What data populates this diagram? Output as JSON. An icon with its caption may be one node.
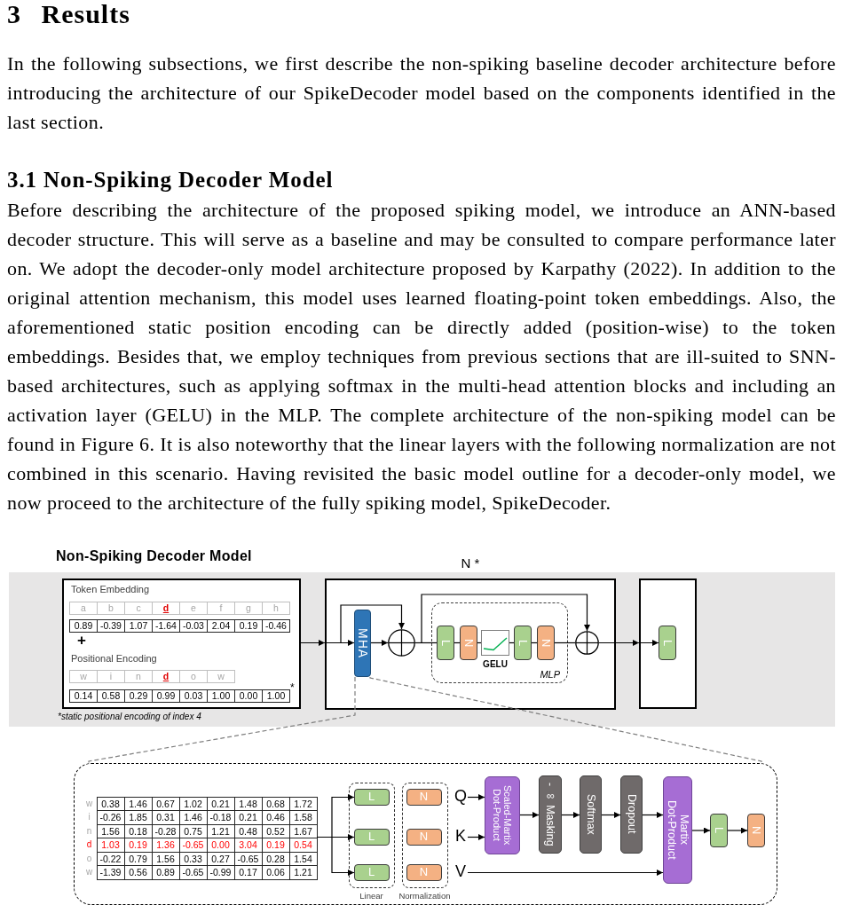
{
  "diagram": {
    "title": "Non-Spiking Decoder Model",
    "nodes": [
      {
        "text": [
          "Token Embedding",
          "a",
          "b",
          "c",
          "d",
          "e",
          "f",
          "g",
          "h",
          "0.89",
          "-0.39",
          "1.07",
          "-1.64",
          "-0.03",
          "2.04",
          "0.19",
          "-0.46",
          "+",
          "Positional Encoding",
          "w",
          "i",
          "n",
          "d",
          "o",
          "w",
          "0.14",
          "0.58",
          "0.29",
          "0.99",
          "0.03",
          "1.00",
          "0.00",
          "1.00",
          "*"
        ]
      },
      {
        "text": [
          "N *"
        ]
      },
      {
        "text": [
          "MHA"
        ],
        "in": 1
      },
      {
        "text": [],
        "shape": "circle",
        "in": 1
      },
      {
        "text": [
          "MLP"
        ],
        "in": 1
      },
      {
        "text": [
          "L"
        ],
        "in": 4
      },
      {
        "text": [
          "N"
        ],
        "in": 4
      },
      {
        "text": [
          "GELU"
        ],
        "in": 4
      },
      {
        "text": [
          "L"
        ],
        "in": 4
      },
      {
        "text": [
          "N"
        ],
        "in": 4
      },
      {
        "text": [],
        "shape": "circle",
        "in": 1
      },
      {
        "text": [],
        "shape": "box"
      },
      {
        "text": [
          "L"
        ],
        "in": 11
      },
      {
        "text": [],
        "shape": "box"
      },
      {
        "text": [
          "w",
          "0.38",
          "1.46",
          "0.67",
          "1.02",
          "0.21",
          "1.48",
          "0.68",
          "1.72",
          "i",
          "-0.26",
          "1.85",
          "0.31",
          "1.46",
          "-0.18",
          "0.21",
          "0.46",
          "1.58",
          "n",
          "1.56",
          "0.18",
          "-0.28",
          "0.75",
          "1.21",
          "0.48",
          "0.52",
          "1.67",
          "d",
          "1.03",
          "0.19",
          "1.36",
          "-0.65",
          "0.00",
          "3.04",
          "0.19",
          "0.54",
          "o",
          "-0.22",
          "0.79",
          "1.56",
          "0.33",
          "0.27",
          "-0.65",
          "0.28",
          "1.54",
          "w",
          "-1.39",
          "0.56",
          "0.89",
          "-0.65",
          "-0.99",
          "0.17",
          "0.06",
          "1.21"
        ],
        "in": 13
      },
      {
        "text": [
          "Linear"
        ],
        "in": 13
      },
      {
        "text": [
          "L"
        ],
        "in": 15
      },
      {
        "text": [
          "L"
        ],
        "in": 15
      },
      {
        "text": [
          "L"
        ],
        "in": 15
      },
      {
        "text": [
          "Normalization"
        ],
        "in": 13
      },
      {
        "text": [
          "N"
        ],
        "in": 19
      },
      {
        "text": [
          "N"
        ],
        "in": 19
      },
      {
        "text": [
          "N"
        ],
        "in": 19
      },
      {
        "text": [
          "Q"
        ],
        "in": 13
      },
      {
        "text": [
          "K"
        ],
        "in": 13
      },
      {
        "text": [
          "V"
        ],
        "in": 13
      },
      {
        "text": [
          "Scaled-Martix Dot-Product"
        ],
        "in": 13
      },
      {
        "text": [
          "- ∞ Masking"
        ],
        "in": 13
      },
      {
        "text": [
          "Softmax"
        ],
        "in": 13
      },
      {
        "text": [
          "Dropout"
        ],
        "in": 13
      },
      {
        "text": [
          "Martix Dot-Product"
        ],
        "in": 13
      },
      {
        "text": [
          "L"
        ],
        "in": 13
      },
      {
        "text": [
          "N"
        ],
        "in": 13
      }
    ],
    "edges": [
      {
        "from": 0,
        "to": 2,
        "arrow": "to"
      },
      {
        "from": 0,
        "to": 3,
        "arrow": "to"
      },
      {
        "from": 2,
        "to": 3,
        "arrow": "to"
      },
      {
        "from": 3,
        "to": 5,
        "arrow": "none"
      },
      {
        "from": 5,
        "to": 6,
        "arrow": "none"
      },
      {
        "from": 6,
        "to": 7,
        "arrow": "none"
      },
      {
        "from": 7,
        "to": 8,
        "arrow": "none"
      },
      {
        "from": 8,
        "to": 9,
        "arrow": "none"
      },
      {
        "from": 9,
        "to": 10,
        "arrow": "none"
      },
      {
        "from": 3,
        "to": 10,
        "arrow": "to"
      },
      {
        "from": 10,
        "to": 12,
        "arrow": "to"
      },
      {
        "from": 2,
        "to": 13,
        "arrow": "none",
        "style": "dashed",
        "color": "#7f7f7f"
      },
      {
        "from": 2,
        "to": 13,
        "arrow": "none",
        "style": "dashed",
        "color": "#7f7f7f"
      },
      {
        "from": 14,
        "to": 16,
        "arrow": "to"
      },
      {
        "from": 14,
        "to": 17,
        "arrow": "to"
      },
      {
        "from": 14,
        "to": 18,
        "arrow": "to"
      },
      {
        "from": 23,
        "to": 26,
        "arrow": "to"
      },
      {
        "from": 24,
        "to": 26,
        "arrow": "to"
      },
      {
        "from": 25,
        "to": 30,
        "arrow": "to"
      },
      {
        "from": 26,
        "to": 27,
        "arrow": "to"
      },
      {
        "from": 27,
        "to": 28,
        "arrow": "to"
      },
      {
        "from": 28,
        "to": 29,
        "arrow": "to"
      },
      {
        "from": 29,
        "to": 30,
        "arrow": "to"
      },
      {
        "from": 30,
        "to": 31,
        "arrow": "to"
      },
      {
        "from": 31,
        "to": 32,
        "arrow": "to"
      }
    ],
    "labels": [
      "3 Results",
      "In the following subsections, we first describe the non-spiking baseline decoder architecture before introducing the architecture of our SpikeDecoder model based on the components identified in the last section.",
      "3.1 Non-Spiking Decoder Model",
      "Before describing the architecture of the proposed spiking model, we introduce an ANN-based decoder structure. This will serve as a baseline and may be consulted to compare performance later on. We adopt the decoder-only model architecture proposed by Karpathy (2022). In addition to the original attention mechanism, this model uses learned floating-point token embeddings. Also, the aforementioned static position encoding can be directly added (position-wise) to the token embeddings. Besides that, we employ techniques from previous sections that are ill-suited to SNN-based architectures, such as applying softmax in the multi-head attention blocks and including an activation layer (GELU) in the MLP. The complete architecture of the non-spiking model can be found in Figure 6. It is also noteworthy that the linear layers with the following normalization are not combined in this scenario. Having revisited the basic model outline for a decoder-only model, we now proceed to the architecture of the fully spiking model, SpikeDecoder.",
      "*static positional encoding of index 4"
    ]
  }
}
